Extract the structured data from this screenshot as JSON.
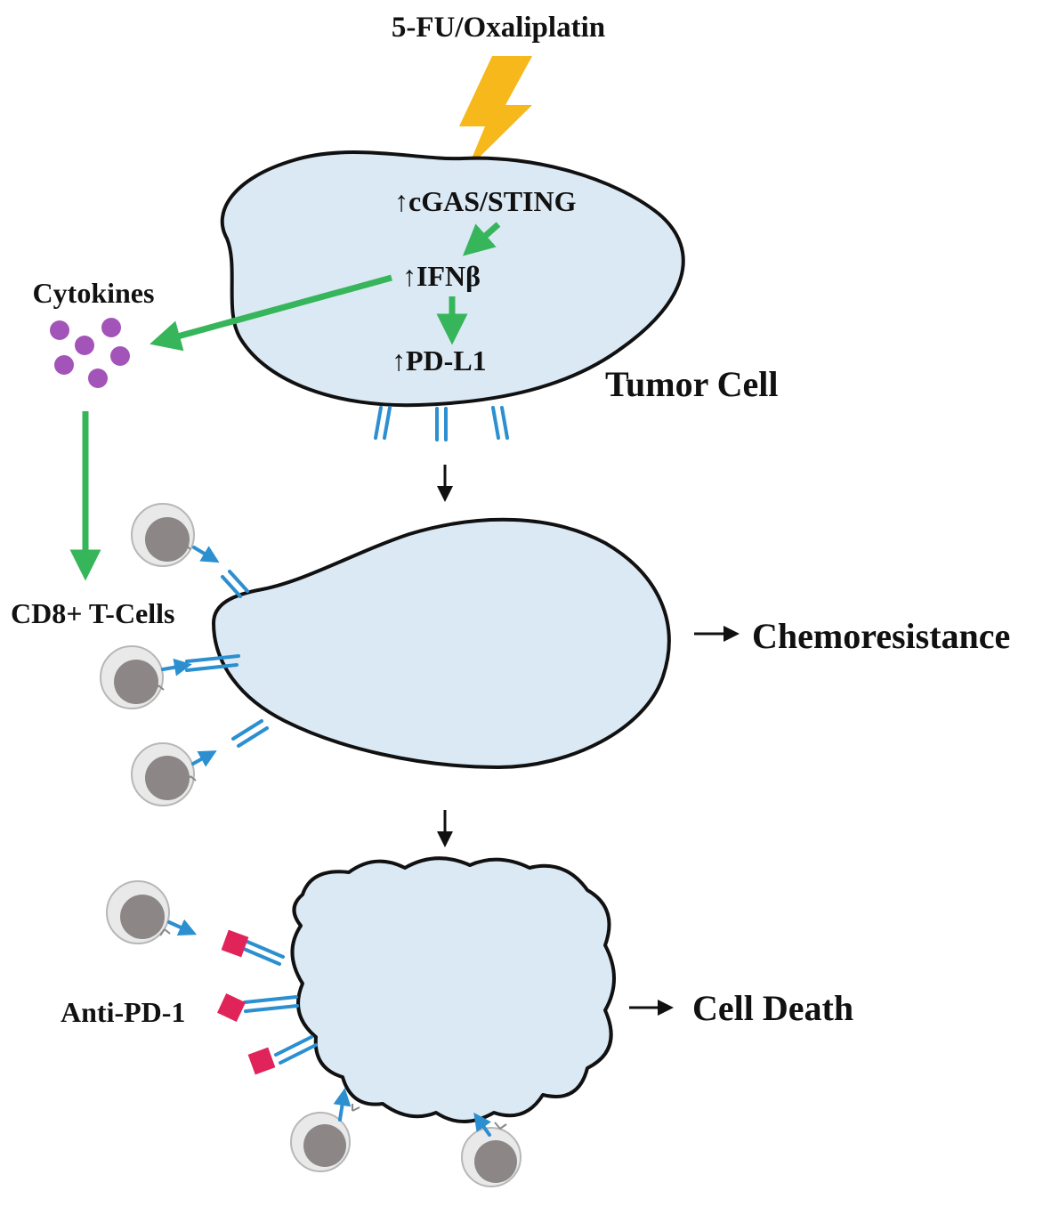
{
  "labels": {
    "drug": "5-FU/Oxaliplatin",
    "cgas": "cGAS/STING",
    "ifn": "IFNβ",
    "pdl1": "PD-L1",
    "up_arrow": "↑",
    "tumor_cell": "Tumor Cell",
    "cytokines": "Cytokines",
    "tcells": "CD8+ T-Cells",
    "chemoresistance": "Chemoresistance",
    "anti_pd1": "Anti-PD-1",
    "cell_death": "Cell Death"
  },
  "colors": {
    "cell_fill": "#dbe9f5",
    "outline": "#111111",
    "lightning": "#f6b81a",
    "green_arrow": "#36b55a",
    "cytokine": "#a354b8",
    "receptor": "#2b8fd0",
    "antibody": "#e0245a",
    "tcell_outer": "#e9e9ea",
    "tcell_nucleus": "#8c8786"
  },
  "icons": {
    "drug": "lightning-bolt-icon",
    "cytokine": "cytokine-dot-icon",
    "tcell": "t-cell-icon",
    "antibody": "anti-pd1-antibody-icon"
  }
}
